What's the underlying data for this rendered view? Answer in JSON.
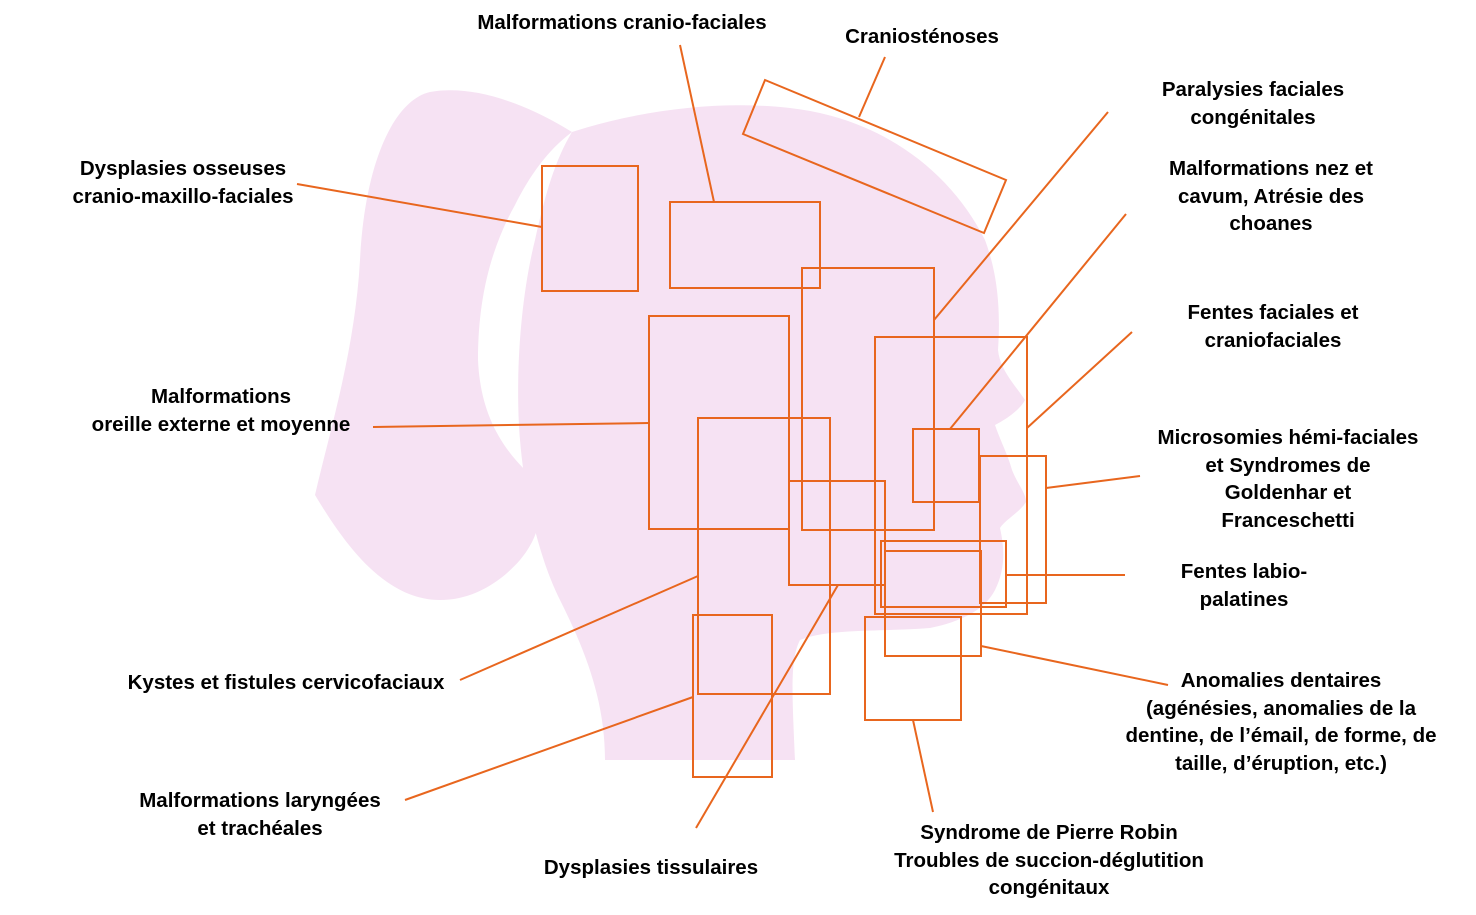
{
  "colors": {
    "silhouette": "#f6e2f3",
    "box_stroke": "#e8661e",
    "text": "#000000"
  },
  "labels": {
    "malformations_cranio_faciales": [
      "Malformations cranio-faciales"
    ],
    "craniostenoses": [
      "Craniosténoses"
    ],
    "paralysies_faciales": [
      "Paralysies faciales",
      "congénitales"
    ],
    "dysplasies_osseuses": [
      "Dysplasies osseuses",
      "cranio-maxillo-faciales"
    ],
    "malformations_nez": [
      "Malformations nez et",
      "cavum, Atrésie des",
      "choanes"
    ],
    "fentes_faciales": [
      "Fentes faciales et",
      "craniofaciales"
    ],
    "malformations_oreille": [
      "Malformations",
      "oreille externe et moyenne"
    ],
    "microsomies": [
      "Microsomies hémi-faciales",
      "et Syndromes de",
      "Goldenhar et",
      "Franceschetti"
    ],
    "fentes_labio": [
      "Fentes labio-",
      "palatines"
    ],
    "kystes": [
      "Kystes et fistules cervicofaciaux"
    ],
    "anomalies_dentaires": [
      "Anomalies dentaires",
      "(agénésies, anomalies de la",
      "dentine, de l’émail, de forme, de",
      "taille, d’éruption, etc.)"
    ],
    "malformations_laryngees": [
      "Malformations laryngées",
      "et trachéales"
    ],
    "syndrome_pierre_robin": [
      "Syndrome de Pierre Robin",
      "Troubles de succion-déglutition",
      "congénitaux"
    ],
    "dysplasies_tissulaires": [
      "Dysplasies tissulaires"
    ]
  }
}
